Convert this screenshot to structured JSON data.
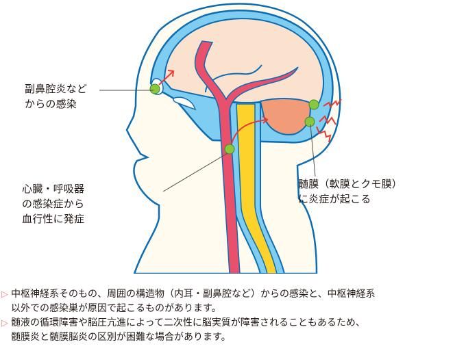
{
  "colors": {
    "outline": "#0b6db3",
    "skin": "#fffbee",
    "csf_blue": "#7fcdf0",
    "brain": "#fbe2cf",
    "cerebellum": "#f19b78",
    "spinal_cord": "#fdd22a",
    "blood_vessel": "#e8506b",
    "arrow_red": "#e83a32",
    "germ_green": "#8cc63f",
    "note_marker": "#ef858c",
    "text": "#231815"
  },
  "labels": {
    "sinus": {
      "lines": [
        "副鼻腔炎など",
        "からの感染"
      ]
    },
    "blood": {
      "lines": [
        "心臓・呼吸器",
        "の感染症から",
        "血行性に発症"
      ]
    },
    "meninges": {
      "lines": [
        "髄膜（軟膜とクモ膜）",
        "に炎症が起こる"
      ]
    }
  },
  "icons": {
    "germ": "germ-icon",
    "arrow": "arrow-icon",
    "pain_zigzag": "inflammation-zigzag-icon",
    "note_marker": "▷"
  },
  "notes": [
    {
      "marker": "▷",
      "lines": [
        "中枢神経系そのもの、周囲の構造物（内耳・副鼻腔など）からの感染と、中枢神経系",
        "以外での感染巣が原因で起こるものがあります。"
      ]
    },
    {
      "marker": "▷",
      "lines": [
        "髄液の循環障害や脳圧亢進によって二次性に脳実質が障害されることもあるため、",
        "髄膜炎と髄膜脳炎の区別が困難な場合があります。"
      ]
    }
  ]
}
